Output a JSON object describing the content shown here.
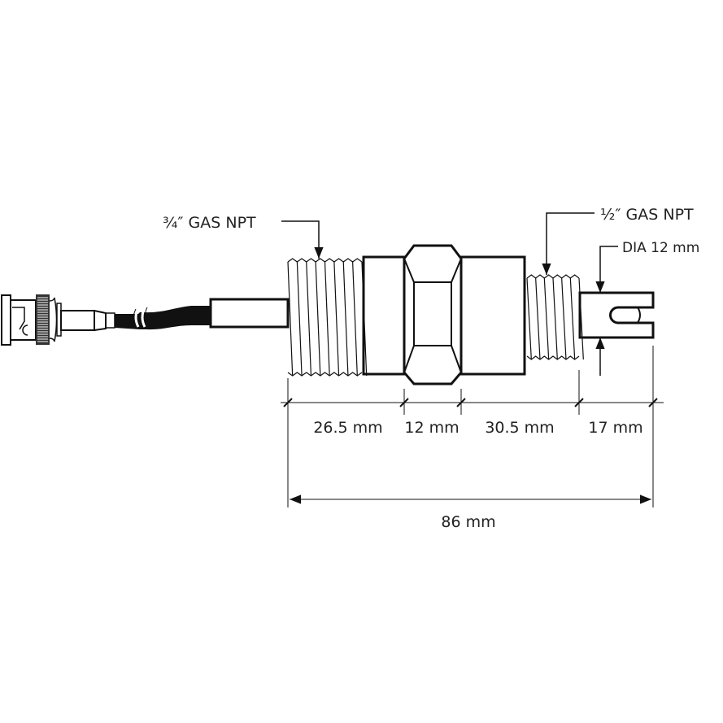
{
  "labels": {
    "thread_large": "¾″ GAS NPT",
    "thread_small": "½″ GAS NPT",
    "tip_diameter": "DIA 12 mm"
  },
  "dimensions": {
    "segments": [
      "26.5 mm",
      "12 mm",
      "30.5 mm",
      "17 mm"
    ],
    "total": "86 mm"
  },
  "colors": {
    "line": "#111111",
    "background": "#ffffff"
  }
}
